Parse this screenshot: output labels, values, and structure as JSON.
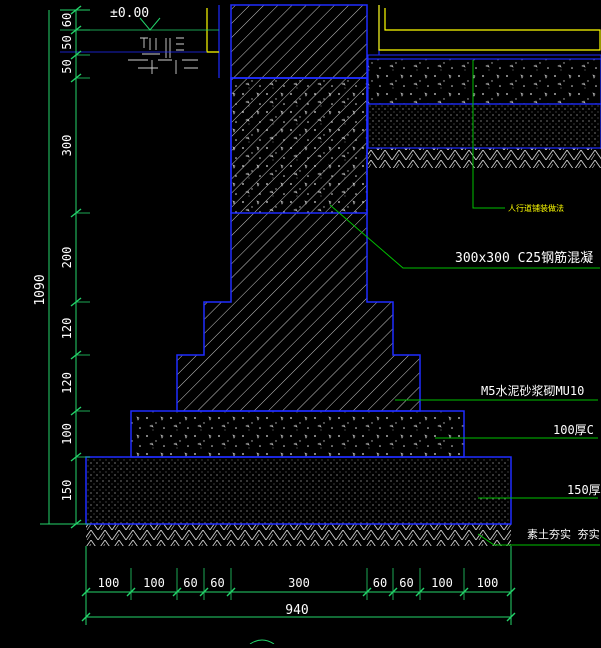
{
  "drawing": {
    "elevation_mark": "±0.00",
    "vertical_dims": [
      "60",
      "50",
      "50",
      "300",
      "200",
      "120",
      "120",
      "100",
      "150"
    ],
    "total_height": "1090",
    "horizontal_dims": [
      "100",
      "100",
      "60",
      "60",
      "300",
      "60",
      "60",
      "100",
      "100"
    ],
    "total_width": "940",
    "labels": {
      "sidewalk": "人行道铺装做法",
      "column": "300x300 C25钢筋混凝",
      "masonry": "M5水泥砂浆砌MU10",
      "concrete": "100厚C",
      "cushion": "150厚",
      "soil": "素土夯实  夯实"
    }
  },
  "colors": {
    "background": "#000000",
    "outline": "#1f2cff",
    "dimension": "#23d36a",
    "leader": "#00c000",
    "hatch": "#d0d0d0",
    "text": "#ffffff",
    "yellow": "#ffff00",
    "sidewalk_text": "#ffff00"
  }
}
